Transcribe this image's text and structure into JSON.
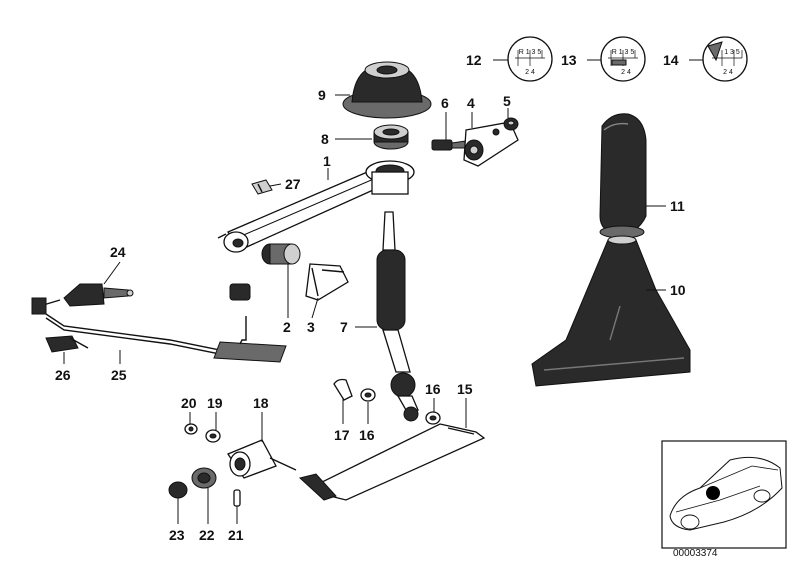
{
  "diagram": {
    "part_numbers": {
      "p1": "1",
      "p2": "2",
      "p3": "3",
      "p4": "4",
      "p5": "5",
      "p6": "6",
      "p7": "7",
      "p8": "8",
      "p9": "9",
      "p10": "10",
      "p11": "11",
      "p12": "12",
      "p13": "13",
      "p14": "14",
      "p15": "15",
      "p16a": "16",
      "p16b": "16",
      "p17": "17",
      "p18": "18",
      "p19": "19",
      "p20": "20",
      "p21": "21",
      "p22": "22",
      "p23": "23",
      "p24": "24",
      "p25": "25",
      "p26": "26",
      "p27": "27"
    },
    "shift_patterns": {
      "a_top": "R 1 3 5",
      "a_bottom": "2 4",
      "b_top": "R 1 3 5",
      "b_bottom": "2 4",
      "c_top": "1 3 5",
      "c_bottom": "2 4"
    },
    "document_id": "00003374"
  }
}
